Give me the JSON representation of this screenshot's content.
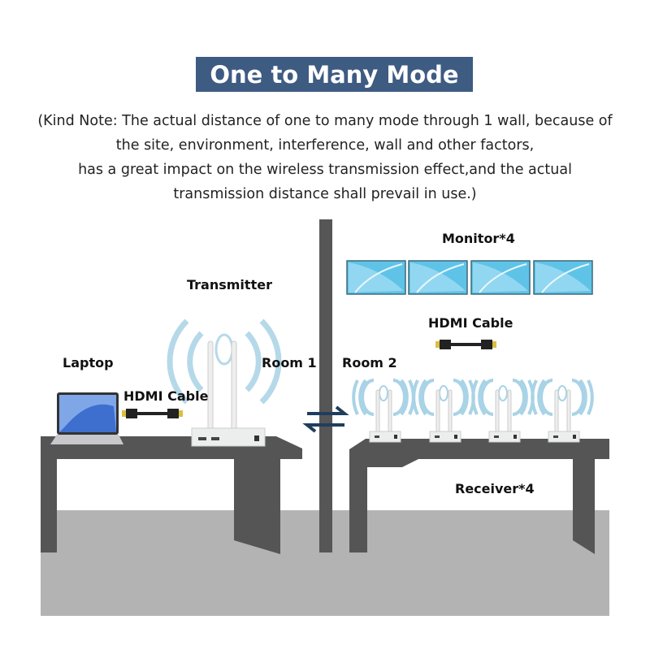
{
  "title": "One to Many Mode",
  "note_lines": [
    "(Kind Note: The actual distance of one to many mode through 1 wall, because of",
    "the site, environment, interference, wall and other factors,",
    "has a great impact on the wireless transmission effect,and the actual",
    "transmission distance shall prevail in use.)"
  ],
  "labels": {
    "transmitter": "Transmitter",
    "laptop": "Laptop",
    "hdmi_left": "HDMI Cable",
    "room1": "Room 1",
    "room2": "Room 2",
    "monitor": "Monitor*4",
    "hdmi_right": "HDMI Cable",
    "receiver": "Receiver*4"
  },
  "colors": {
    "banner": "#3e5b82",
    "wall": "#565656",
    "table": "#555555",
    "floor": "#b3b3b3",
    "arrows": "#1f3e5e",
    "signal": "#a9d3e6"
  }
}
